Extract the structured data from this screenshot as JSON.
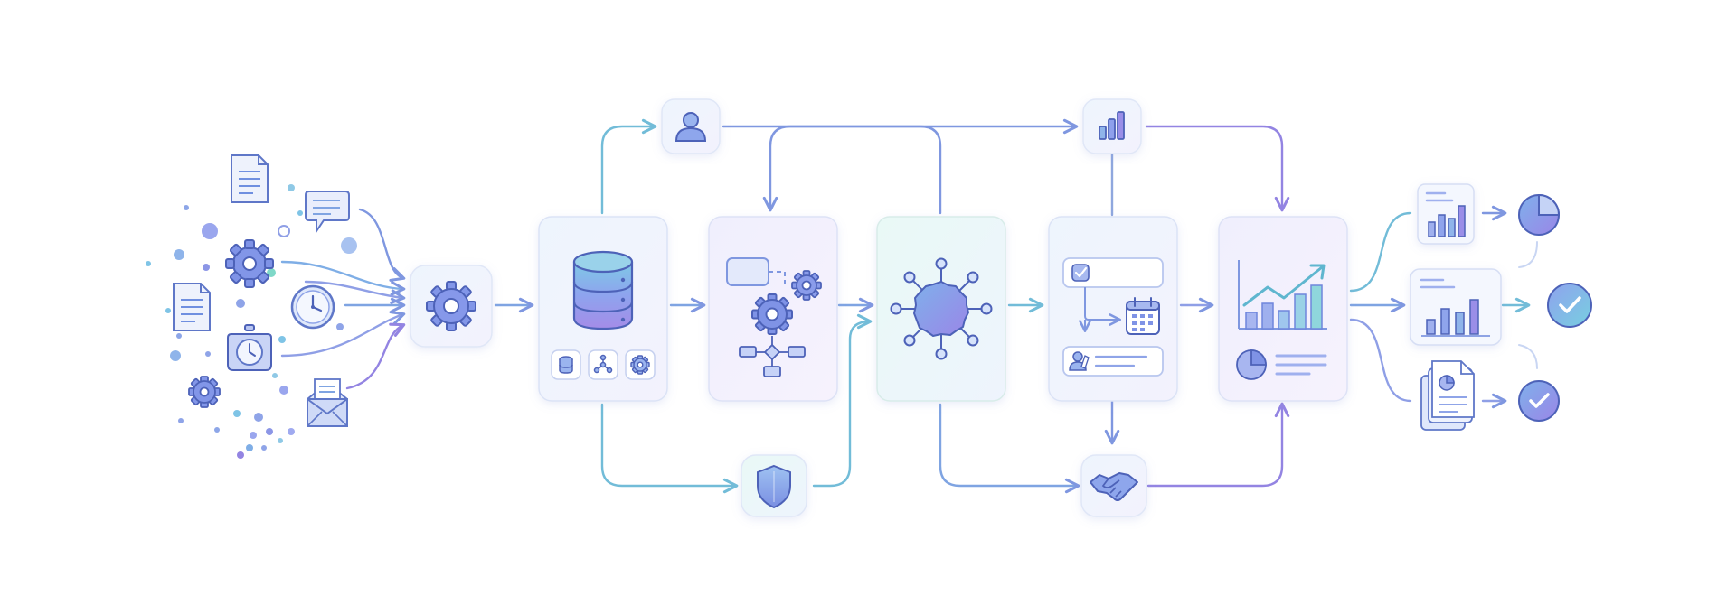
{
  "diagram": {
    "type": "workflow-pipeline",
    "text_labels": [],
    "colors": {
      "background": "#ffffff",
      "blue": "#6f8fe0",
      "violet": "#8f7fe6",
      "teal": "#6cc3d8",
      "mint": "#7fd8c8",
      "icon_stroke": "#4d62b8",
      "card_border": "#dce3f5"
    },
    "stages": [
      {
        "id": "input-sources",
        "icons": [
          "document-icon",
          "chat-bubble-icon",
          "gear-icon",
          "clock-icon",
          "stopwatch-icon",
          "email-icon"
        ]
      },
      {
        "id": "intake-process",
        "icons": [
          "gear-icon"
        ]
      },
      {
        "id": "data-storage",
        "icons": [
          "database-icon",
          "database-icon",
          "network-icon",
          "gear-icon"
        ]
      },
      {
        "id": "workflow-automation",
        "icons": [
          "flowchart-icon",
          "gear-icon"
        ]
      },
      {
        "id": "central-hub",
        "icons": [
          "hub-icon"
        ]
      },
      {
        "id": "task-scheduling",
        "icons": [
          "checkbox-icon",
          "calendar-icon",
          "user-approval-icon"
        ]
      },
      {
        "id": "analytics-report",
        "icons": [
          "trend-chart-icon",
          "pie-chart-icon"
        ]
      },
      {
        "id": "outputs",
        "icons": [
          "bar-report-icon",
          "pie-chart-icon",
          "bar-report-icon",
          "check-circle-icon",
          "document-stack-icon",
          "check-circle-icon"
        ]
      }
    ],
    "branch_nodes": [
      "user-icon",
      "bar-chart-icon",
      "shield-icon",
      "handshake-icon"
    ]
  }
}
